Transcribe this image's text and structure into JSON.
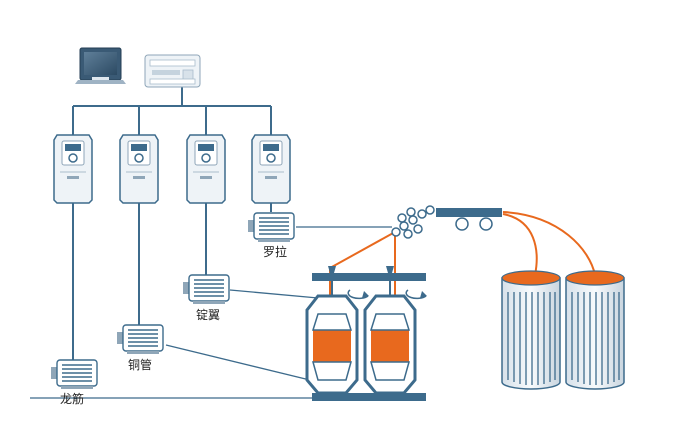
{
  "diagram": {
    "labels": {
      "roller": "罗拉",
      "spindle_wing": "锭翼",
      "copper_tube": "铜管",
      "dragon_rib": "龙筋"
    },
    "colors": {
      "line_blue": "#3d6b8c",
      "motor_grey": "#8fa6b8",
      "fiber_orange": "#e8691e",
      "bobbin_orange": "#e8691e",
      "vfd_body": "#eef3f7"
    },
    "icons": {
      "hmi": "touchscreen-icon",
      "plc": "plc-controller-icon",
      "vfd": "inverter-icon",
      "motor": "motor-icon",
      "cans": "sliver-can-icon"
    }
  }
}
